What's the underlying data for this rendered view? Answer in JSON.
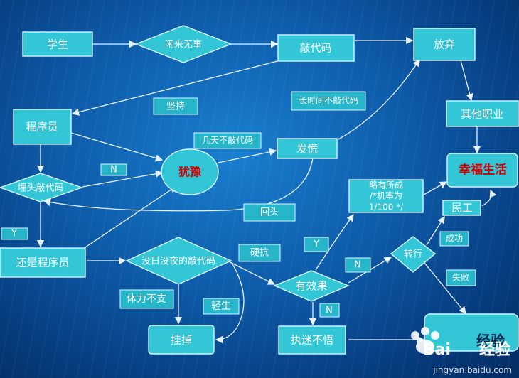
{
  "nodes": {
    "student": "学生",
    "idle": "闲来无事",
    "code": "敲代码",
    "give_up": "放弃",
    "programmer": "程序员",
    "other_job": "其他职业",
    "hesitate": "犹豫",
    "panic": "发慌",
    "happy_life": "幸福生活",
    "bury_code": "埋头敲代码",
    "still_programmer": "还是程序员",
    "day_night_code": "没日没夜的敲代码",
    "effective": "有效果",
    "switch": "转行",
    "migrant": "民工",
    "dropout": "挂掉",
    "obsessed": "执迷不悟",
    "experience": "经验",
    "achievement": [
      "略有所成",
      "/*机率为",
      "1/100 */"
    ]
  },
  "labels": {
    "persist": "坚持",
    "long_no_code": "长时间不敲代码",
    "days_no_code": "几天不敲代码",
    "n1": "N",
    "go_back": "回头",
    "y1": "Y",
    "hard_resist": "硬抗",
    "y2": "Y",
    "n2": "N",
    "success": "成功",
    "failure": "失败",
    "exhausted": "体力不支",
    "suicide": "轻生",
    "n3": "N"
  },
  "watermark": {
    "brand": "Bai",
    "brand_tail": "经验",
    "url": "jingyan.baidu.com"
  },
  "colors": {
    "node_fill": "#33c6d6",
    "node_stroke": "#d8f6ff",
    "highlight_text": "#d40000",
    "background": "#0d5aa8"
  }
}
